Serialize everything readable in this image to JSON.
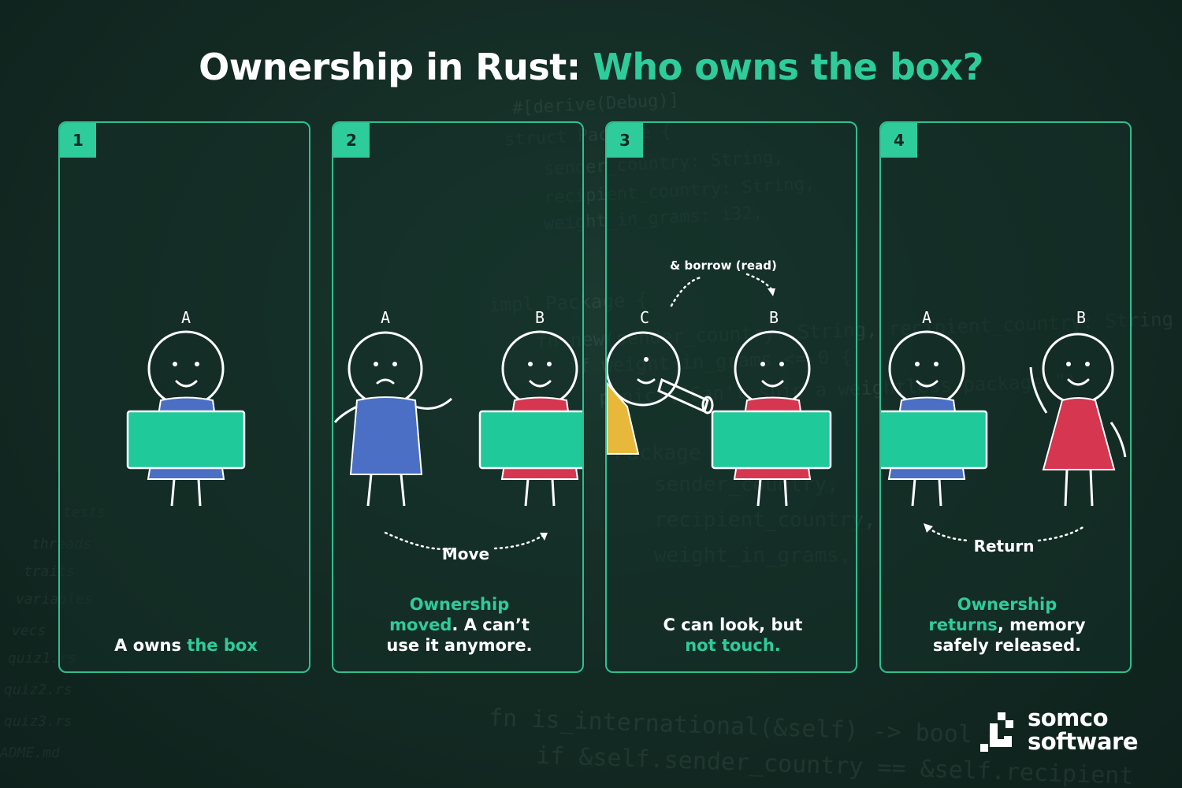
{
  "title": {
    "prefix": "Ownership in Rust: ",
    "accent": "Who owns the box?"
  },
  "colors": {
    "background": "#132a23",
    "accent": "#2ecc9a",
    "box": "#1fc99a",
    "shirt_a": "#4a6fc4",
    "shirt_b": "#d6364f",
    "shirt_c": "#e8b83a"
  },
  "panels": [
    {
      "number": "1",
      "figures": [
        "A"
      ],
      "caption_parts": [
        {
          "text": "A owns ",
          "accent": false
        },
        {
          "text": "the box",
          "accent": true
        }
      ]
    },
    {
      "number": "2",
      "figures": [
        "A",
        "B"
      ],
      "arrow_label": "Move",
      "caption_line1": "Ownership",
      "caption_line2_accent": "moved",
      "caption_line2_rest": ". A can’t",
      "caption_line3": "use it anymore."
    },
    {
      "number": "3",
      "figures": [
        "C",
        "B"
      ],
      "arrow_label": "& borrow (read)",
      "caption_line1": "C can look, but",
      "caption_line2_accent": "not touch."
    },
    {
      "number": "4",
      "figures": [
        "A",
        "B"
      ],
      "arrow_label": "Return",
      "caption_line1": "Ownership",
      "caption_line2_accent": "returns",
      "caption_line2_rest": ", memory",
      "caption_line3": "safely released."
    }
  ],
  "logo": {
    "line1": "somco",
    "line2": "software"
  }
}
